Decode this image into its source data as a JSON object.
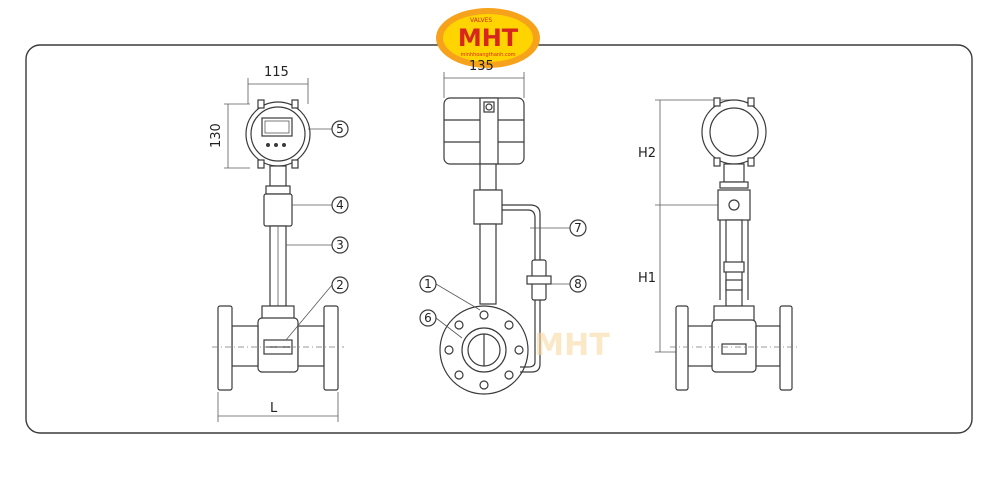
{
  "logo": {
    "brand": "MHT",
    "top_text": "VALVES",
    "url": "minhhoangthanh.com"
  },
  "dimensions": {
    "front_width": "115",
    "front_height": "130",
    "side_width": "135",
    "length": "L",
    "h1": "H1",
    "h2": "H2"
  },
  "callouts": [
    "1",
    "2",
    "3",
    "4",
    "5",
    "6",
    "7",
    "8"
  ],
  "colors": {
    "frame": "#3a3a3a",
    "logo_orange": "#f7a21b",
    "logo_red": "#d7261e",
    "logo_yellow": "#ffd400"
  }
}
